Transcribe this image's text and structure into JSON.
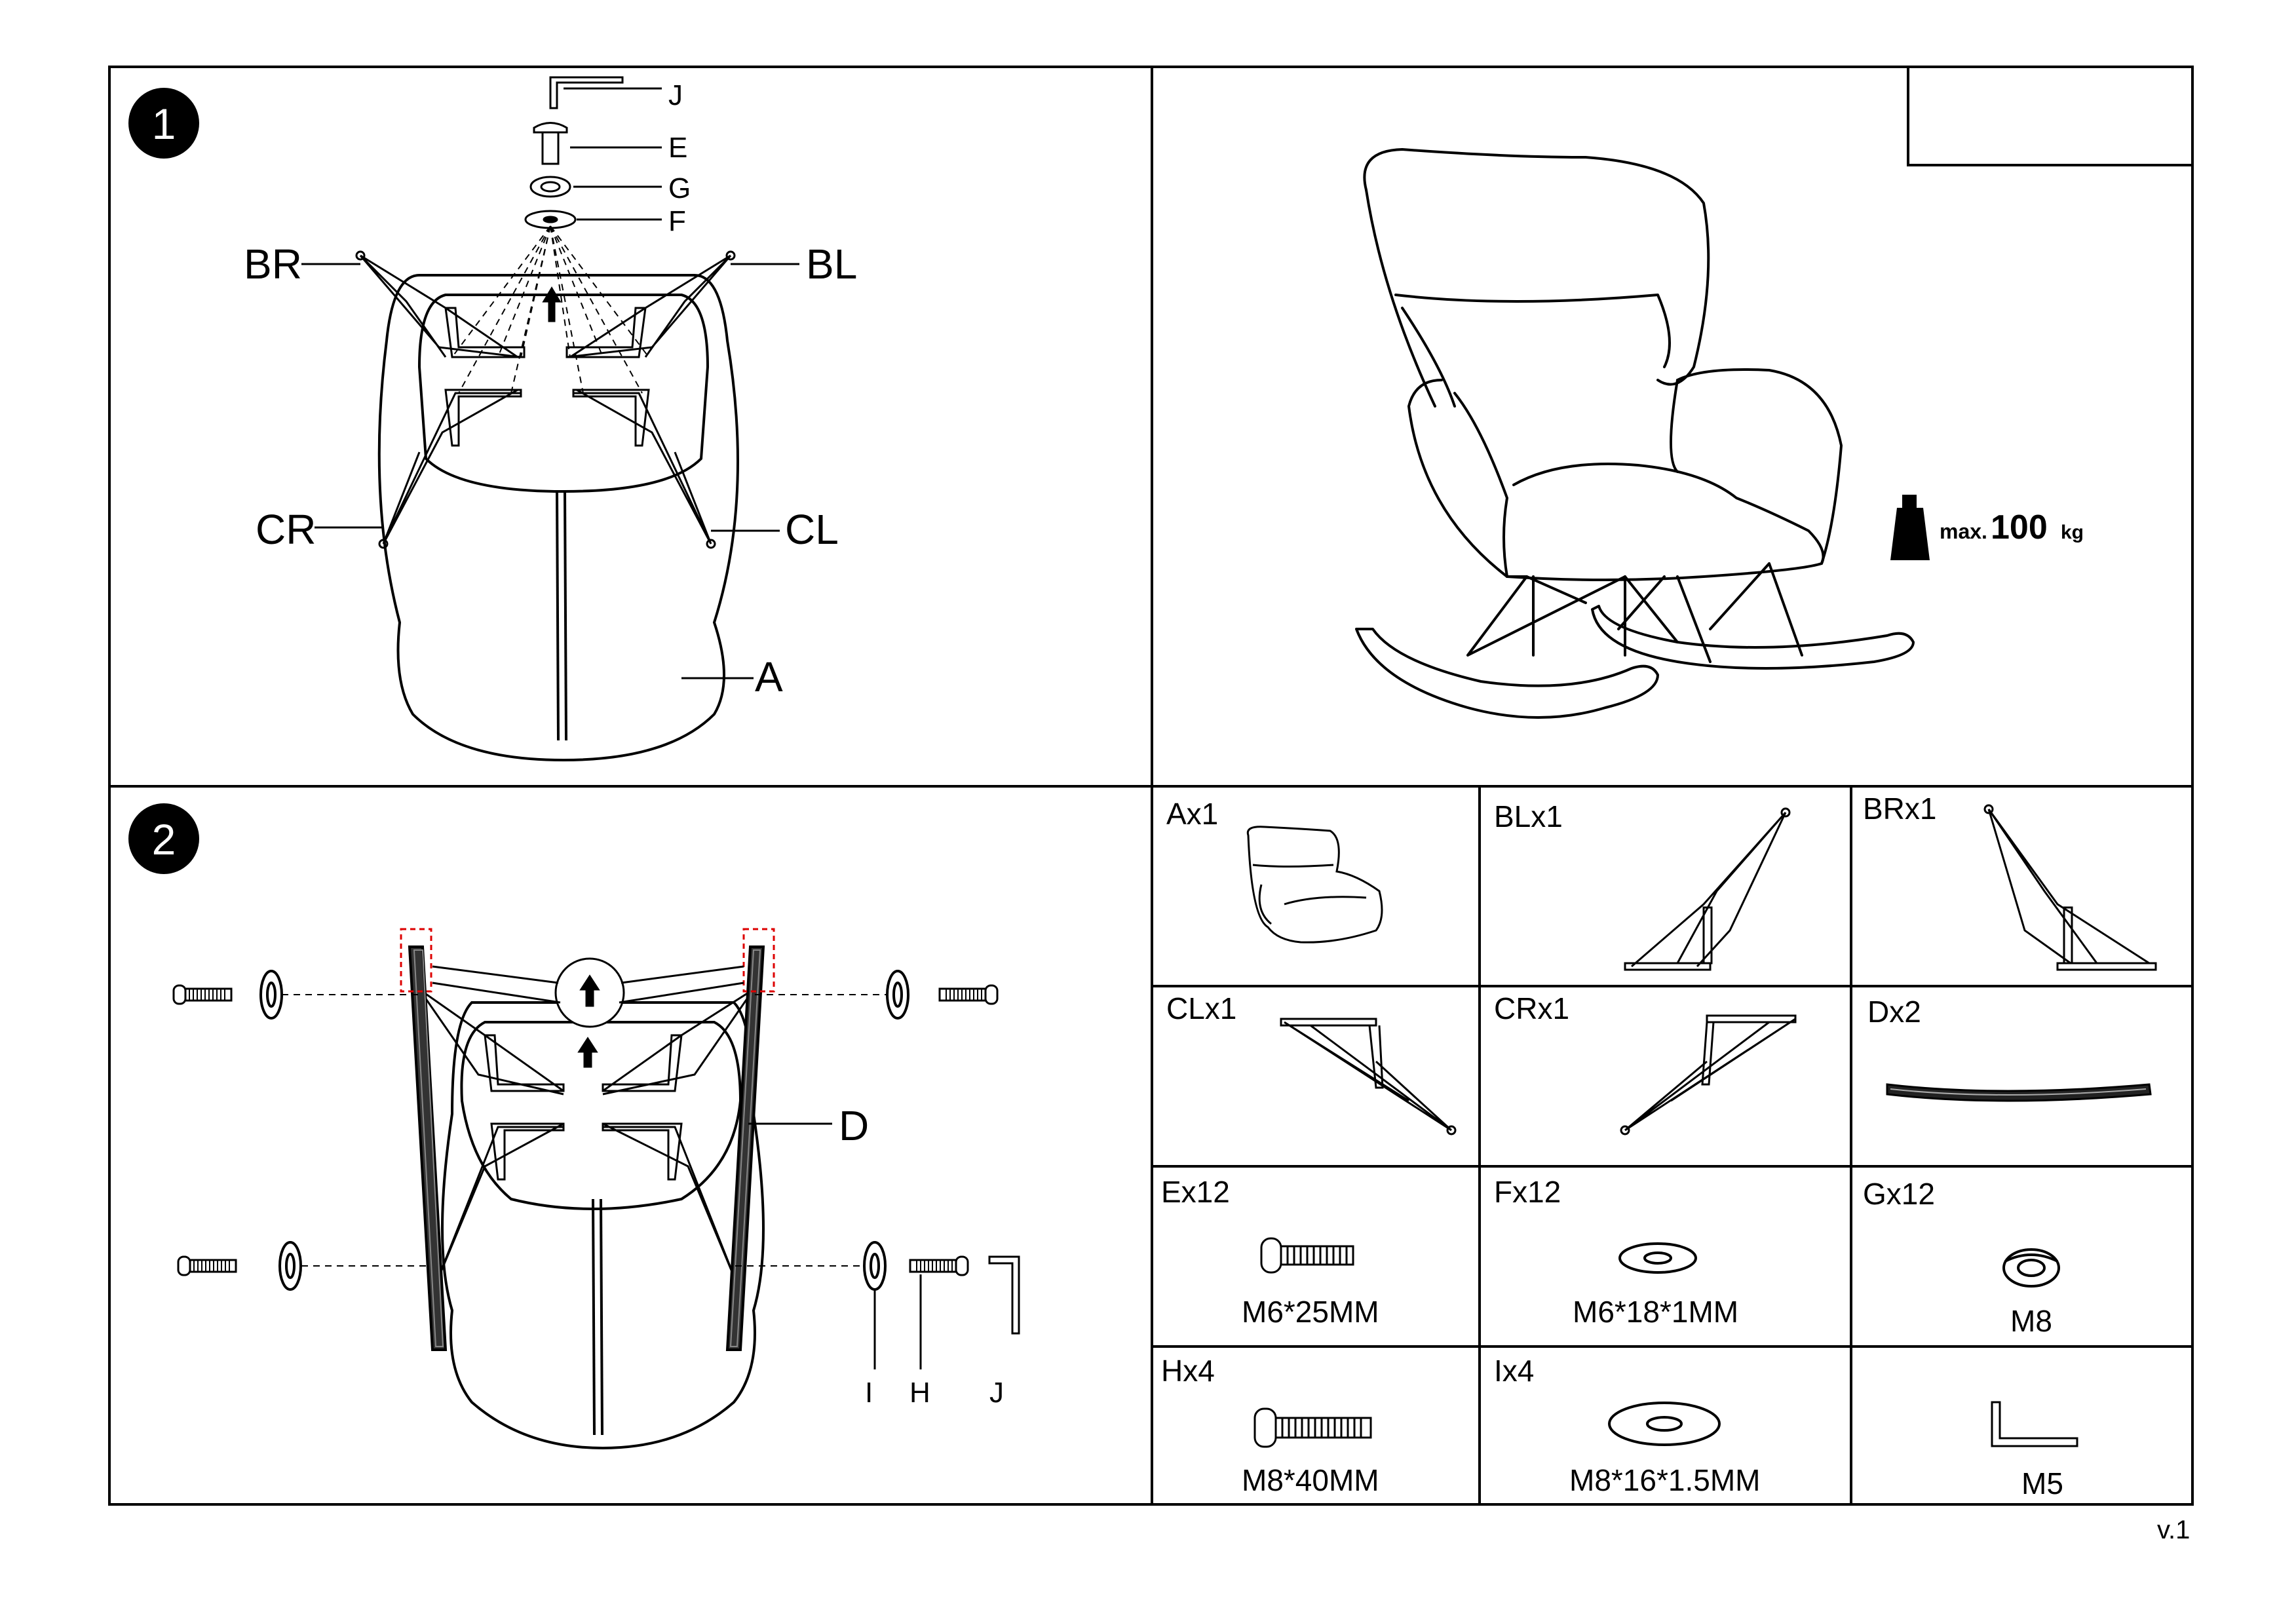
{
  "steps": {
    "step1": {
      "number": "1",
      "callouts": {
        "J": "J",
        "E": "E",
        "G": "G",
        "F": "F",
        "BR": "BR",
        "BL": "BL",
        "CR": "CR",
        "CL": "CL",
        "A": "A"
      }
    },
    "step2": {
      "number": "2",
      "callouts": {
        "D": "D",
        "I": "I",
        "H": "H",
        "J": "J"
      }
    }
  },
  "max_load": {
    "prefix": "max.",
    "value": "100",
    "unit": "kg"
  },
  "parts": [
    {
      "id": "A",
      "label": "Ax1",
      "size": "",
      "icon": "chair-seat-icon"
    },
    {
      "id": "BL",
      "label": "BLx1",
      "size": "",
      "icon": "leg-frame-bl-icon"
    },
    {
      "id": "BR",
      "label": "BRx1",
      "size": "",
      "icon": "leg-frame-br-icon"
    },
    {
      "id": "CL",
      "label": "CLx1",
      "size": "",
      "icon": "leg-frame-cl-icon"
    },
    {
      "id": "CR",
      "label": "CRx1",
      "size": "",
      "icon": "leg-frame-cr-icon"
    },
    {
      "id": "D",
      "label": "Dx2",
      "size": "",
      "icon": "rocker-rail-icon"
    },
    {
      "id": "E",
      "label": "Ex12",
      "size": "M6*25MM",
      "icon": "bolt-icon"
    },
    {
      "id": "F",
      "label": "Fx12",
      "size": "M6*18*1MM",
      "icon": "flat-washer-icon"
    },
    {
      "id": "G",
      "label": "Gx12",
      "size": "M8",
      "icon": "spring-washer-icon"
    },
    {
      "id": "H",
      "label": "Hx4",
      "size": "M8*40MM",
      "icon": "long-bolt-icon"
    },
    {
      "id": "I",
      "label": "Ix4",
      "size": "M8*16*1.5MM",
      "icon": "large-washer-icon"
    },
    {
      "id": "J",
      "label": "",
      "size": "M5",
      "icon": "allen-key-icon"
    }
  ],
  "version": "v.1"
}
